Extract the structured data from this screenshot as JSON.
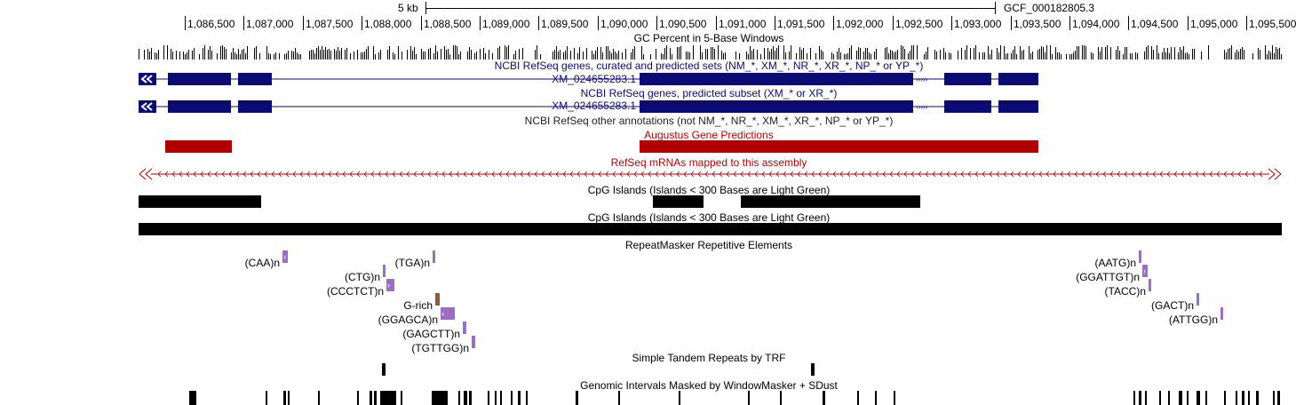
{
  "scale": {
    "label": "5 kb",
    "assembly": "GCF_000182805.3"
  },
  "ruler": {
    "ticks": [
      "1,086,500",
      "1,087,000",
      "1,087,500",
      "1,088,000",
      "1,088,500",
      "1,089,000",
      "1,089,500",
      "1,090,000",
      "1,090,500",
      "1,091,000",
      "1,091,500",
      "1,092,000",
      "1,092,500",
      "1,093,000",
      "1,093,500",
      "1,094,000",
      "1,094,500",
      "1,095,000",
      "1,095,500"
    ]
  },
  "tracks": {
    "gc": {
      "title": "GC Percent in 5-Base Windows"
    },
    "refseq_curated": {
      "title": "NCBI RefSeq genes, curated and predicted sets (NM_*, XM_*, NR_*, XR_*, NP_* or YP_*)",
      "gene": "XM_024655283.1"
    },
    "refseq_predicted": {
      "title": "NCBI RefSeq genes, predicted subset (XM_* or XR_*)",
      "gene": "XM_024655283.1"
    },
    "refseq_other": {
      "title": "NCBI RefSeq other annotations (not NM_*, NR_*, XM_*, XR_*, NP_* or YP_*)"
    },
    "augustus": {
      "title": "Augustus Gene Predictions"
    },
    "refseq_mrna": {
      "title": "RefSeq mRNAs mapped to this assembly"
    },
    "cpg1": {
      "title": "CpG Islands (Islands < 300 Bases are Light Green)"
    },
    "cpg2": {
      "title": "CpG Islands (Islands < 300 Bases are Light Green)"
    },
    "repeatmasker": {
      "title": "RepeatMasker Repetitive Elements",
      "elements": [
        "(CAA)n",
        "(TGA)n",
        "(CTG)n",
        "(CCCTCT)n",
        "G-rich",
        "(GGAGCA)n",
        "(GAGCTT)n",
        "(TGTTGG)n",
        "(AATG)n",
        "(GGATTGT)n",
        "(TACC)n",
        "(GACT)n",
        "(ATTGG)n"
      ]
    },
    "trf": {
      "title": "Simple Tandem Repeats by TRF"
    },
    "windowmasker": {
      "title": "Genomic Intervals Masked by WindowMasker + SDust"
    }
  },
  "colors": {
    "navy": "#0b0b73",
    "red": "#b00000",
    "purple": "#9a6fc2",
    "brown": "#8b5a4a"
  }
}
